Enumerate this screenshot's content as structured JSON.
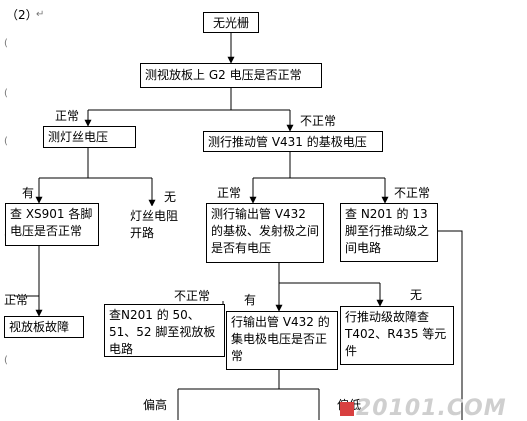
{
  "heading": "（2）",
  "para_mark": "↵",
  "side_marks": [
    "(",
    "(",
    "(",
    "(",
    "("
  ],
  "nodes": {
    "n1": "无光栅",
    "n2": "测视放板上 G2 电压是否正常",
    "n3": "测灯丝电压",
    "n4": "测行推动管 V431 的基极电压",
    "n5": "查 XS901 各脚电压是否正常",
    "n6": "灯丝电阻开路",
    "n7": "测行输出管 V432 的基极、发射极之间是否有电压",
    "n8": "查 N201 的 13 脚至行推动级之间电路",
    "n9": "视放板故障",
    "n10": "查N201 的 50、51、52 脚至视放板电路",
    "n11": "行输出管 V432 的集电极电压是否正常",
    "n12": "行推动级故障查 T402、R435 等元件"
  },
  "edge_labels": {
    "e_normal_1": "正常",
    "e_abnormal_1": "不正常",
    "e_yes_1": "有",
    "e_no_1": "无",
    "e_normal_2": "正常",
    "e_abnormal_2": "不正常",
    "e_normal_3": "正常",
    "e_abnormal_3": "不正常",
    "e_yes_2": "有",
    "e_no_2": "无",
    "e_high": "偏高",
    "e_low": "偏低"
  },
  "watermark": "20101.COM"
}
